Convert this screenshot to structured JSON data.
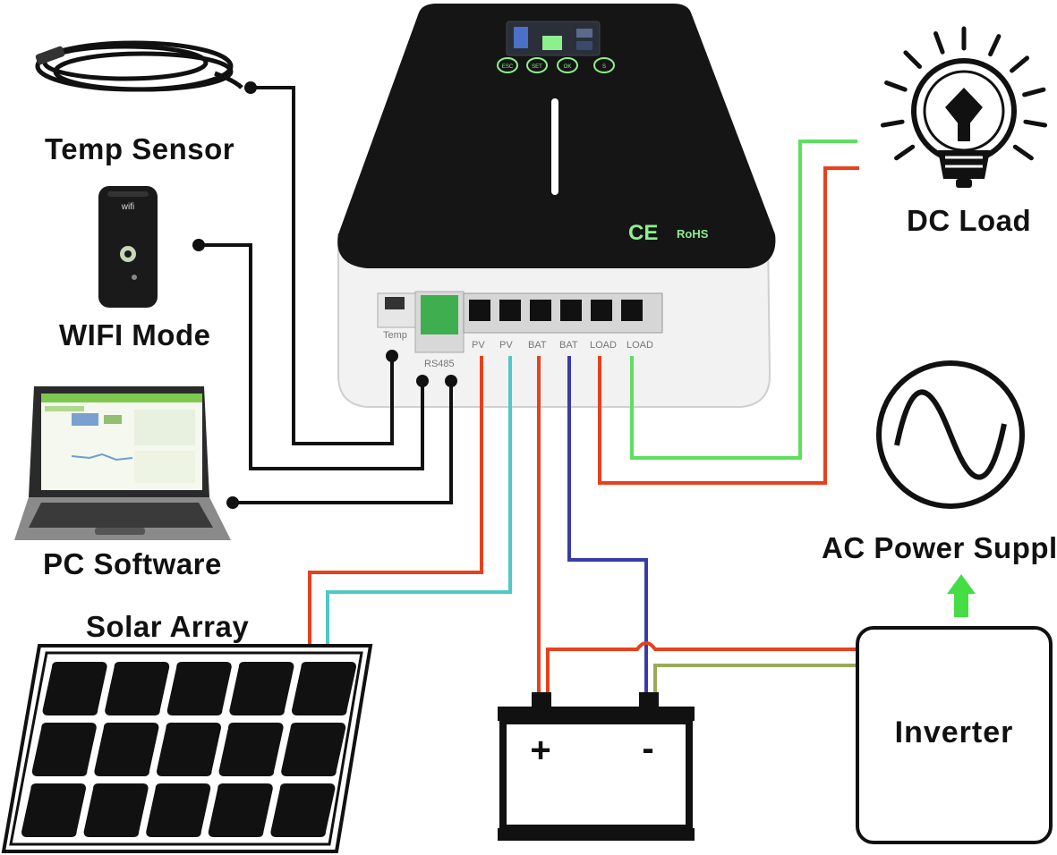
{
  "labels": {
    "temp_sensor": "Temp Sensor",
    "wifi_mode": "WIFI Mode",
    "pc_software": "PC Software",
    "solar_array": "Solar Array",
    "dc_load": "DC Load",
    "ac_power_supply": "AC Power Supply",
    "inverter": "Inverter"
  },
  "controller": {
    "ports": [
      "PV",
      "PV",
      "BAT",
      "BAT",
      "LOAD",
      "LOAD"
    ],
    "temp_port": "Temp",
    "rs485_port": "RS485",
    "ce_mark": "CE",
    "rohs_mark": "RoHS",
    "buttons": [
      "ESC",
      "SET",
      "OK",
      "S"
    ]
  },
  "wifi_module": {
    "brand": "wifi"
  },
  "battery": {
    "plus": "+",
    "minus": "-"
  },
  "colors": {
    "pv_positive": "#e8401c",
    "pv_negative": "#4fc8c8",
    "bat_positive": "#e8401c",
    "bat_negative": "#3a3aa8",
    "load_positive": "#e8401c",
    "load_negative": "#5ee05e",
    "signal_wire": "#111111",
    "inverter_negative": "#9aaa5a",
    "ac_arrow": "#44dd44",
    "screen_accent": "#8cf08c"
  }
}
